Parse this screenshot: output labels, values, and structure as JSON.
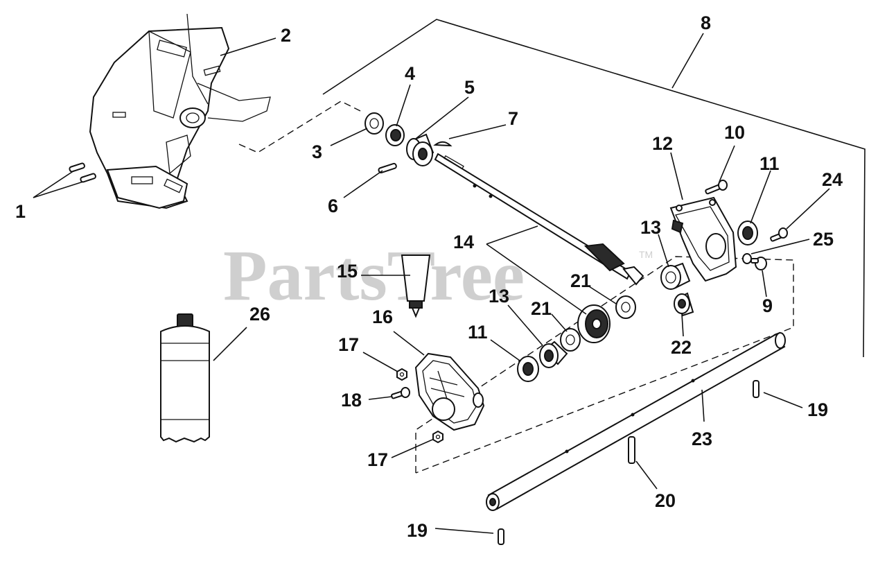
{
  "diagram": {
    "watermark": "PartsTree",
    "watermark_tm": "TM",
    "callouts": {
      "c1": "1",
      "c2": "2",
      "c3": "3",
      "c4": "4",
      "c5": "5",
      "c6": "6",
      "c7": "7",
      "c8": "8",
      "c9": "9",
      "c10": "10",
      "c11a": "11",
      "c11b": "11",
      "c12": "12",
      "c13a": "13",
      "c13b": "13",
      "c14": "14",
      "c15": "15",
      "c16": "16",
      "c17a": "17",
      "c17b": "17",
      "c18": "18",
      "c19a": "19",
      "c19b": "19",
      "c20": "20",
      "c21a": "21",
      "c21b": "21",
      "c22": "22",
      "c23": "23",
      "c24": "24",
      "c25": "25",
      "c26": "26"
    }
  }
}
